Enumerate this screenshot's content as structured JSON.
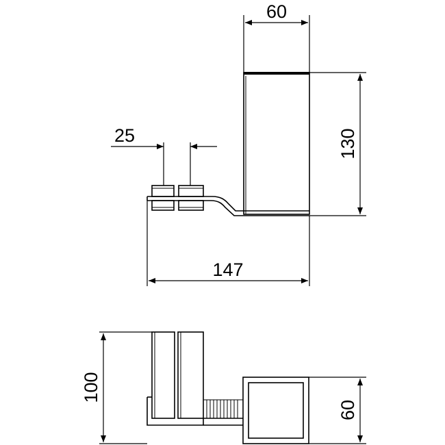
{
  "colors": {
    "line": "#000000",
    "background": "#ffffff"
  },
  "side_view": {
    "top_width": "60",
    "height": "130",
    "spacing": "25",
    "total_length": "147"
  },
  "plan_view": {
    "depth": "100",
    "tube_width": "60"
  }
}
